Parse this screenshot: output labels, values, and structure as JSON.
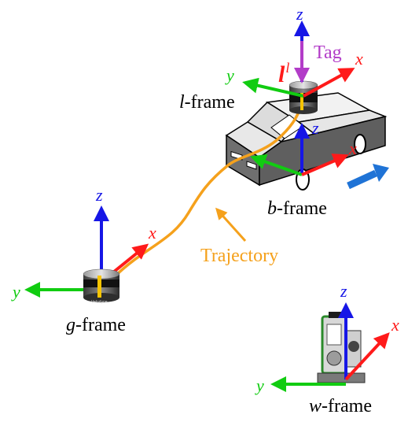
{
  "colors": {
    "x_axis": "#ff1a1a",
    "y_axis": "#11cc11",
    "z_axis": "#1616e6",
    "tag": "#b23cc8",
    "trajectory": "#f5a11c",
    "motion_arrow": "#1f73d6",
    "car_body": "#6f6f6f",
    "car_top": "#f2f2f2"
  },
  "icons": {
    "lidar": "lidar-sensor-icon",
    "car": "car-icon",
    "total_station": "total-station-icon",
    "motion": "motion-arrow-icon"
  },
  "frames": {
    "g": {
      "italic": "g",
      "suffix": "-frame"
    },
    "l": {
      "italic": "l",
      "suffix": "-frame"
    },
    "b": {
      "italic": "b",
      "suffix": "-frame"
    },
    "w": {
      "italic": "w",
      "suffix": "-frame"
    }
  },
  "axes": {
    "x": "x",
    "y": "y",
    "z": "z"
  },
  "tag": {
    "label": "Tag",
    "vector_symbol": "l",
    "vector_superscript": "l"
  },
  "trajectory_label": "Trajectory",
  "sensor_text": {
    "lidar_brand": "Velodyne"
  }
}
